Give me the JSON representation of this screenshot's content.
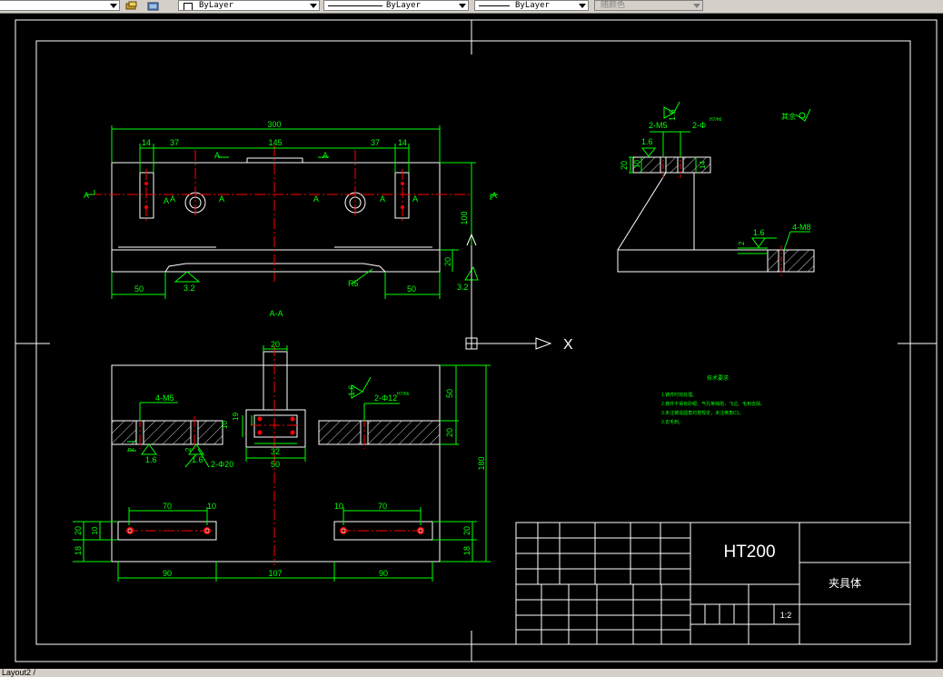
{
  "toolbar": {
    "color_value": "ByLayer",
    "linetype_value": "ByLayer",
    "lineweight_value": "ByLayer",
    "plotstyle_value": "随颜色"
  },
  "drawing": {
    "top_view": {
      "dim_overall": "300",
      "dim_14_left": "14",
      "dim_37_left": "37",
      "dim_145": "145",
      "dim_37_right": "37",
      "dim_14_right": "14",
      "dim_100": "100",
      "dim_20": "20",
      "dim_50_left": "50",
      "dim_50_right": "50",
      "rough_32_left": "3.2",
      "rough_32_right": "3.2",
      "radius": "R5",
      "sec_a1": "A",
      "sec_a2": "A",
      "sec_a3": "A",
      "sec_a4": "A",
      "sec_a5": "A",
      "sec_a6": "A",
      "sec_a7": "A",
      "sec_a8": "A",
      "sec_a9": "A",
      "sec_a10": "A"
    },
    "section_label": "A-A",
    "section_view": {
      "dim_20_top": "20",
      "dim_4m5": "4-M5",
      "rough_16_a": "1.6",
      "rough_16_b": "1.6",
      "rough_16_c": "1.6",
      "dim_2phi20": "2-Φ20",
      "dim_2phi12": "2-Φ12",
      "h7": "H7/h6",
      "dim_2_a": "2",
      "dim_2_b": "2",
      "dim_19": "19",
      "dim_10": "10",
      "dim_32": "32",
      "dim_50_w": "50",
      "dim_50_r": "50",
      "dim_20_r": "20",
      "dim_180": "180",
      "dim_70_l": "70",
      "dim_10_l": "10",
      "dim_10_r": "10",
      "dim_70_r": "70",
      "dim_20_l2": "20",
      "dim_18_l": "18",
      "dim_10_l2": "10",
      "dim_20_r2": "20",
      "dim_18_r": "18",
      "dim_90_l": "90",
      "dim_107": "107",
      "dim_90_r": "90"
    },
    "detail_view": {
      "dim_2m5": "2-M5",
      "dim_2phi": "2-Φ",
      "h7": "H7/h6",
      "rough_16_top": "1.6",
      "rough_16_a": "1.6",
      "rough_16_b": "1.6",
      "dim_20": "20",
      "dim_10": "10",
      "dim_14": "14",
      "dim_4m8": "4-M8",
      "dim_2": "2",
      "rest_label": "其余"
    },
    "tech_req": {
      "title": "技术要求",
      "line1": "1.铸件时效处理。",
      "line2": "2.铸件不得有砂眼、气孔等缺陷，飞边、毛刺去除。",
      "line3": "3.未注铸造圆角均按规定，未注倒角C1。",
      "line4": "3.去毛刺。"
    },
    "axis_label": "X",
    "title_block": {
      "material": "HT200",
      "part_name": "夹具体",
      "scale": "1:2"
    }
  },
  "statusbar": {
    "layout_tab": "Layout2 /"
  },
  "colors": {
    "canvas_bg": "#000000",
    "outline": "#ffffff",
    "dimension": "#00ff00",
    "centerline": "#ff0000",
    "toolbar_bg": "#d4d0c8"
  }
}
